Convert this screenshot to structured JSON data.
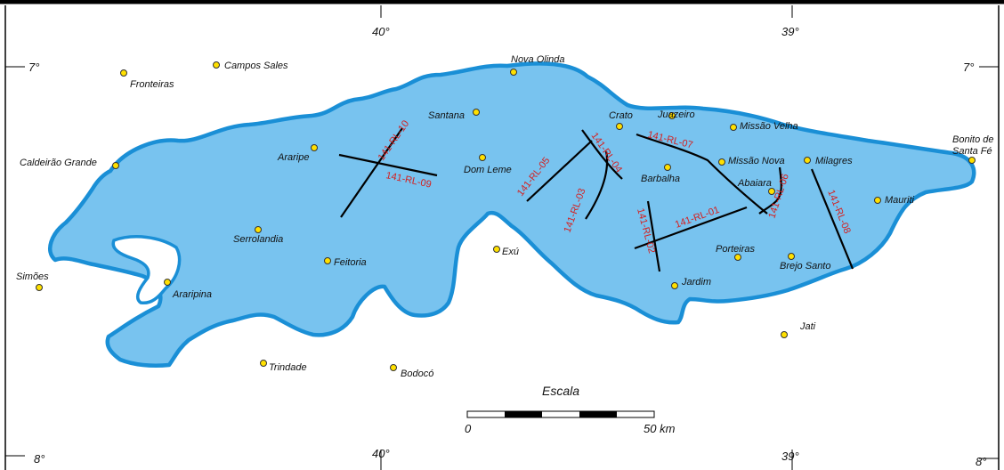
{
  "map": {
    "colors": {
      "basin_fill": "#78c3ef",
      "basin_stroke": "#1a8fd6",
      "line": "#000000",
      "line_label": "#d42020",
      "city": "#ffe000"
    },
    "graticule": {
      "top": [
        "40°",
        "39°"
      ],
      "bottom": [
        "40°",
        "39°"
      ],
      "left": [
        "7°",
        "8°"
      ],
      "right": [
        "7°",
        "8°"
      ]
    },
    "cities": [
      "Fronteiras",
      "Campos Sales",
      "Nova Olinda",
      "Santana",
      "Crato",
      "Juazeiro",
      "Missão Velha",
      "Caldeirão Grande",
      "Araripe",
      "Dom Leme",
      "Barbalha",
      "Missão Nova",
      "Milagres",
      "Bonito de",
      "Santa Fé",
      "Abaiara",
      "Mauriti",
      "Serrolandia",
      "Exú",
      "Feitoria",
      "Porteiras",
      "Brejo Santo",
      "Simões",
      "Araripina",
      "Jardim",
      "Jati",
      "Trindade",
      "Bodocó"
    ],
    "seismic_lines": [
      "141-RL-10",
      "141-RL-09",
      "141-RL-05",
      "141-RL-04",
      "141-RL-03",
      "141-RL-07",
      "141-RL-06",
      "141-RL-02",
      "141-RL-01",
      "141-RL-08"
    ],
    "scale": {
      "title": "Escala",
      "start": "0",
      "end": "50 km"
    }
  }
}
